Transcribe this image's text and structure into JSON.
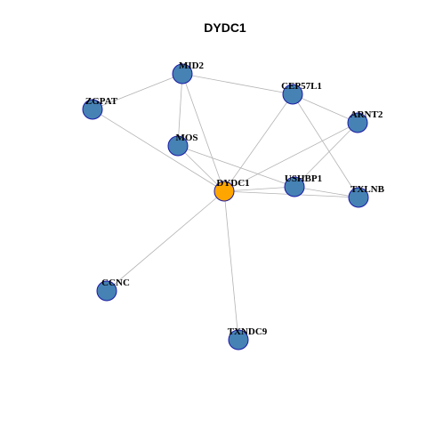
{
  "title": "DYDC1",
  "colors": {
    "node_default": "#4682b4",
    "node_center": "#ffa500",
    "node_border": "#1a1aa6",
    "edge": "#b3b3b3"
  },
  "nodes": [
    {
      "id": "MID2",
      "label": "MID2"
    },
    {
      "id": "ZGPAT",
      "label": "ZGPAT"
    },
    {
      "id": "CEP57L1",
      "label": "CEP57L1"
    },
    {
      "id": "ARNT2",
      "label": "ARNT2"
    },
    {
      "id": "MOS",
      "label": "MOS"
    },
    {
      "id": "DYDC1",
      "label": "DYDC1",
      "center": true
    },
    {
      "id": "USHBP1",
      "label": "USHBP1"
    },
    {
      "id": "TXLNB",
      "label": "TXLNB"
    },
    {
      "id": "CCNC",
      "label": "CCNC"
    },
    {
      "id": "TXNDC9",
      "label": "TXNDC9"
    }
  ],
  "edges": [
    [
      "MID2",
      "ZGPAT"
    ],
    [
      "MID2",
      "CEP57L1"
    ],
    [
      "MID2",
      "MOS"
    ],
    [
      "MID2",
      "DYDC1"
    ],
    [
      "ZGPAT",
      "DYDC1"
    ],
    [
      "CEP57L1",
      "ARNT2"
    ],
    [
      "CEP57L1",
      "DYDC1"
    ],
    [
      "CEP57L1",
      "TXLNB"
    ],
    [
      "ARNT2",
      "DYDC1"
    ],
    [
      "ARNT2",
      "USHBP1"
    ],
    [
      "MOS",
      "DYDC1"
    ],
    [
      "MOS",
      "USHBP1"
    ],
    [
      "DYDC1",
      "USHBP1"
    ],
    [
      "DYDC1",
      "TXLNB"
    ],
    [
      "DYDC1",
      "CCNC"
    ],
    [
      "DYDC1",
      "TXNDC9"
    ],
    [
      "USHBP1",
      "TXLNB"
    ]
  ]
}
